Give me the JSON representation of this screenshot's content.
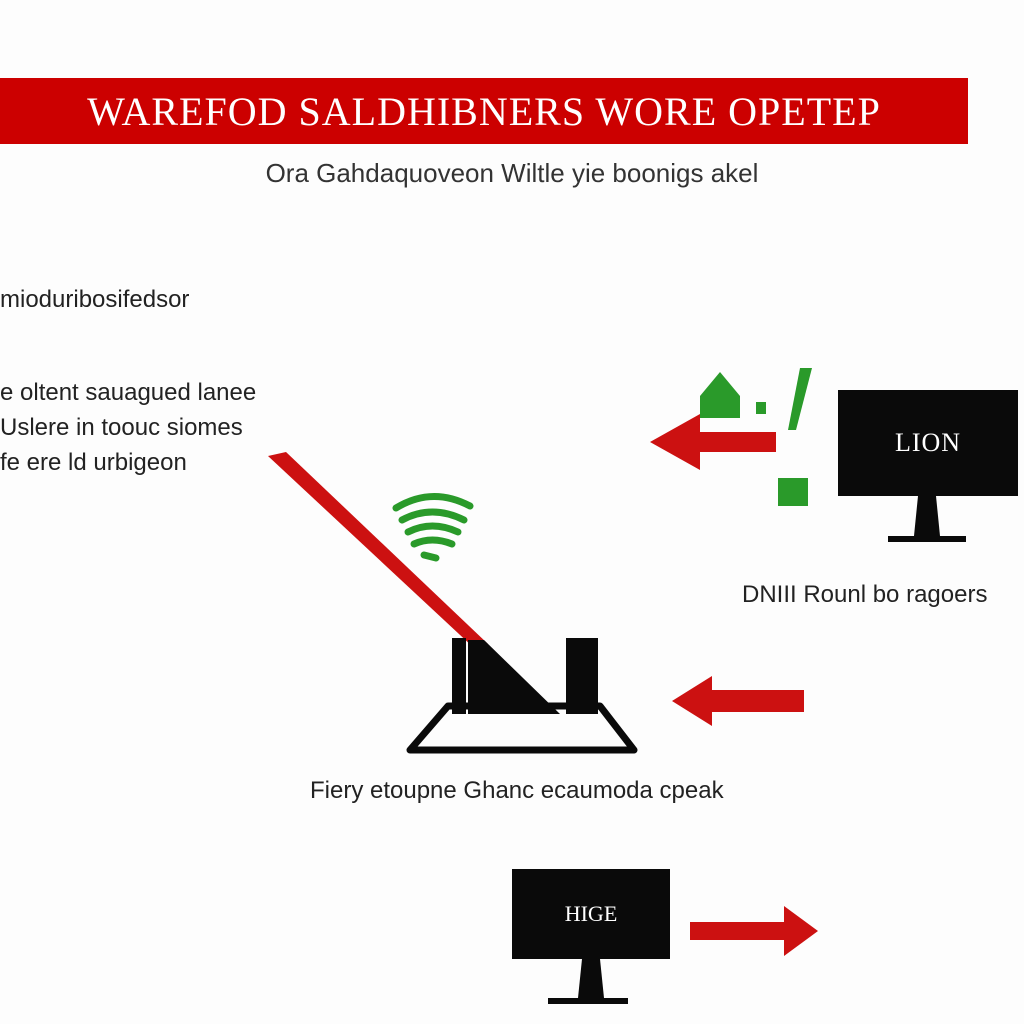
{
  "banner": {
    "title": "WAREFOD SALDHIBNERS WORE OPETEP",
    "color": "#cc0000"
  },
  "subtitle": "Ora  Gahdaquoveon Wiltle yie boonigs akel",
  "labels": {
    "left_top": "mioduribosifedsor",
    "left_block": [
      "e oltent sauagued lanee",
      "Uslere in toouc siomes",
      "fe ere ld urbigeon"
    ],
    "right_caption": "DNIII Rounl bo ragoers",
    "center_caption": "Fiery etoupne Ghanc ecaumoda cpeak"
  },
  "screens": {
    "monitor_top": "LION",
    "monitor_bottom": "HIGE"
  },
  "colors": {
    "arrow": "#cc1111",
    "wifi": "#2a9a2a",
    "device": "#0a0a0a"
  }
}
